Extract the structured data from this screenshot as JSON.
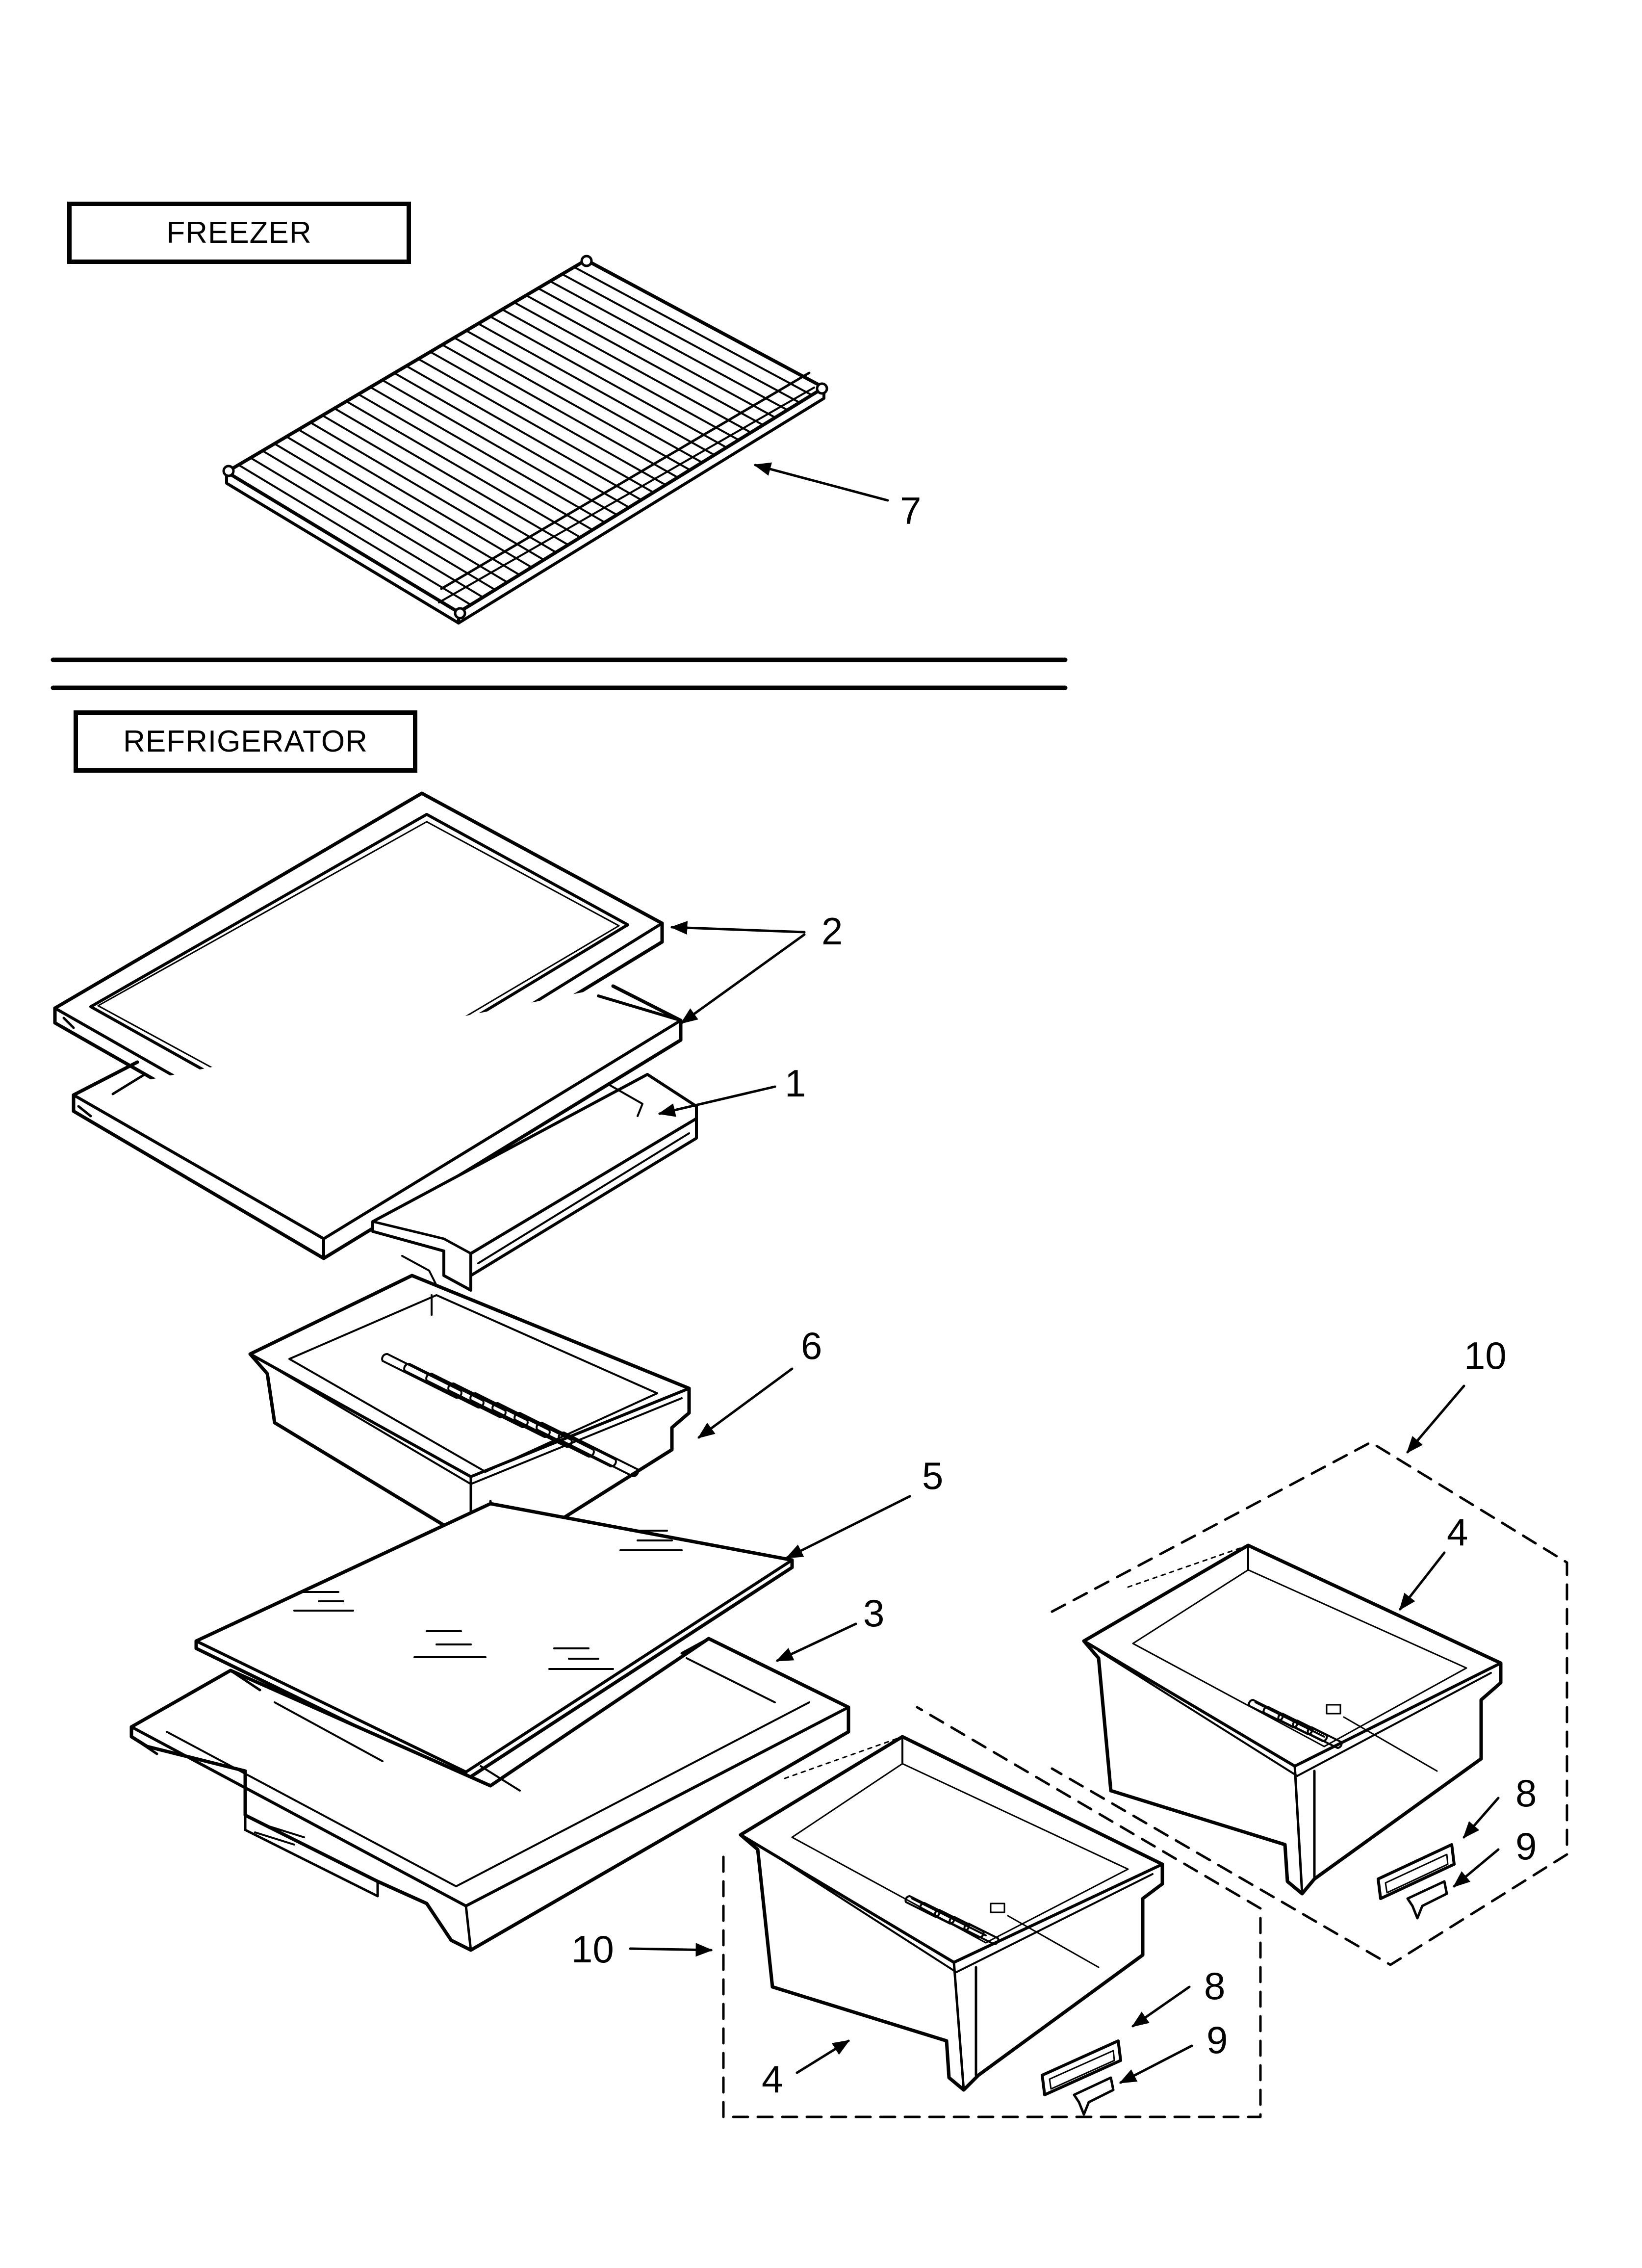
{
  "sections": {
    "freezer_label": "FREEZER",
    "refrigerator_label": "REFRIGERATOR"
  },
  "callouts": {
    "c7": "7",
    "c2": "2",
    "c1": "1",
    "c6": "6",
    "c5": "5",
    "c3": "3",
    "c10_right": "10",
    "c4_right": "4",
    "c8_right": "8",
    "c9_right": "9",
    "c10_left": "10",
    "c4_left": "4",
    "c8_left": "8",
    "c9_left": "9"
  }
}
